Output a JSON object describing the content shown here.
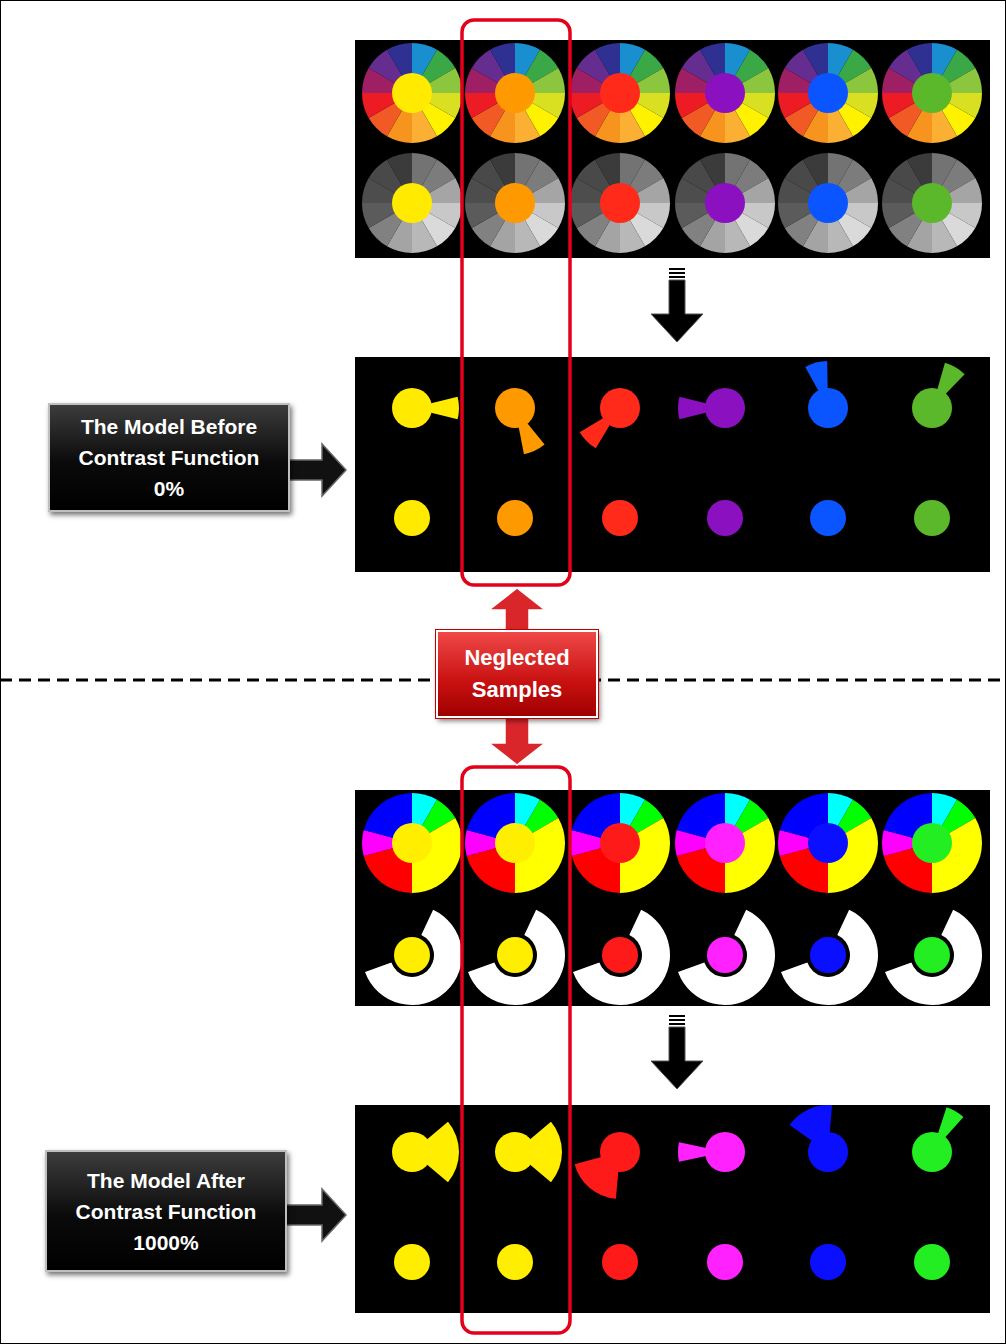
{
  "diagram": {
    "nodes": [
      {
        "text": [
          "The Model Before Contrast Function",
          "0%"
        ]
      },
      {
        "text": [
          "Neglected Samples"
        ]
      },
      {
        "text": [
          "The Model After Contrast Function",
          "1000%"
        ]
      }
    ]
  }
}
